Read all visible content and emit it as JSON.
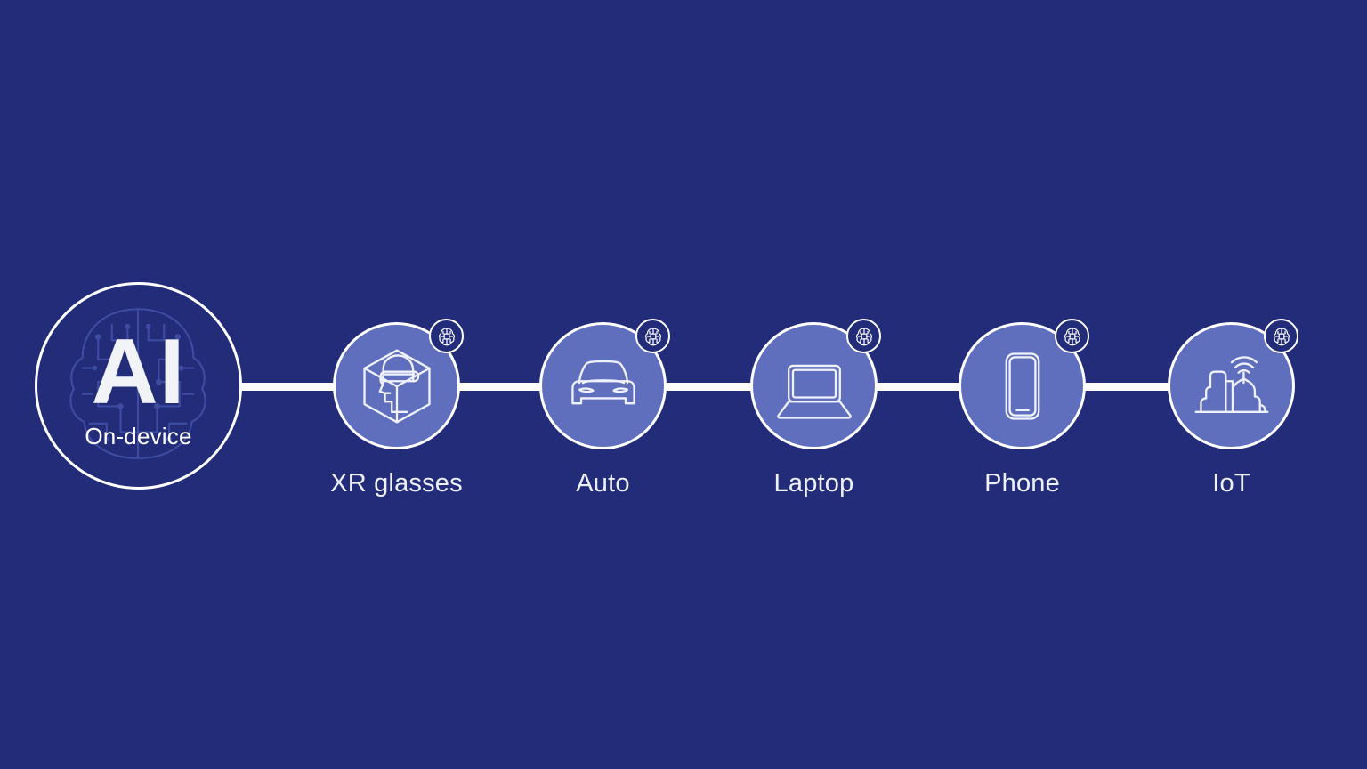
{
  "theme": {
    "background": "#232c79",
    "node_fill": "#5f6fbe",
    "stroke": "#ffffff",
    "label_color": "#eef0f8",
    "hub_fill": "#232c79"
  },
  "hub": {
    "title": "AI",
    "subtitle": "On-device",
    "icon": "brain-circuit-icon",
    "name": "ai-on-device-hub"
  },
  "connector": {
    "icon": "horizontal-connector-line",
    "color": "#ffffff"
  },
  "badge": {
    "icon": "ai-brain-chip-badge-icon"
  },
  "nodes": [
    {
      "id": "xr-glasses",
      "label": "XR glasses",
      "icon": "xr-headset-icon"
    },
    {
      "id": "auto",
      "label": "Auto",
      "icon": "car-front-icon"
    },
    {
      "id": "laptop",
      "label": "Laptop",
      "icon": "laptop-icon"
    },
    {
      "id": "phone",
      "label": "Phone",
      "icon": "smartphone-icon"
    },
    {
      "id": "iot",
      "label": "IoT",
      "icon": "iot-city-wifi-icon"
    }
  ]
}
